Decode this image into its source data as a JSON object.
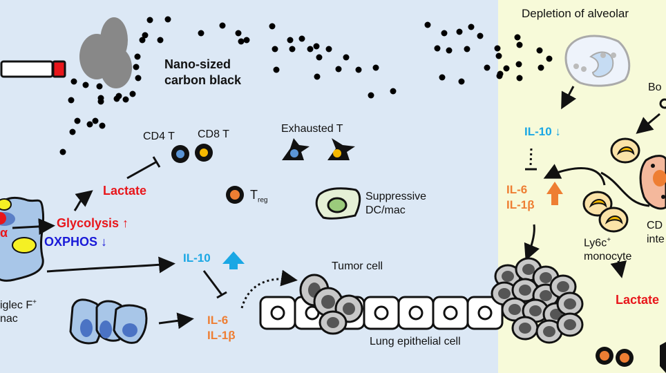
{
  "figure": {
    "colors": {
      "left_panel_bg": "#dce8f5",
      "right_panel_bg": "#f7fad9",
      "lactate": "#e8161b",
      "oxphos": "#1a1ad8",
      "il10": "#1aa7e4",
      "il6": "#ee7e33",
      "cd4_nucleus": "#5b95d6",
      "cd8_nucleus": "#f5b800",
      "treg_nucleus": "#ee7e33"
    },
    "left_panel": {
      "source_label": "Nano-sized carbon black",
      "source_line1": "Nano-sized",
      "source_line2": "carbon black",
      "cd4_label": "CD4 T",
      "cd8_label": "CD8 T",
      "exhausted_label": "Exhausted T",
      "treg_main": "T",
      "treg_sub": "reg",
      "suppressive_line1": "Suppressive",
      "suppressive_line2": "DC/mac",
      "lactate": "Lactate",
      "glycolysis": "Glycolysis ↑",
      "oxphos": "OXPHOS ↓",
      "alpha_fragment": "α",
      "macrophage_line1": "iglec F",
      "macrophage_sup": "+",
      "macrophage_line2": "nac",
      "il10": "IL-10",
      "il6": "IL-6",
      "il1b": "IL-1β",
      "tumor_label": "Tumor cell",
      "epithelial_label": "Lung epithelial cell"
    },
    "right_panel": {
      "title": "Depletion of alveolar",
      "il10": "IL-10 ↓",
      "il6": "IL-6",
      "il1b": "IL-1β",
      "bo_fragment": "Bo",
      "cd_fragment": "CD",
      "inte_fragment": "inte",
      "ly6c_main": "Ly6c",
      "ly6c_sup": "+",
      "monocyte": "monocyte",
      "lactate": "Lactate"
    }
  }
}
